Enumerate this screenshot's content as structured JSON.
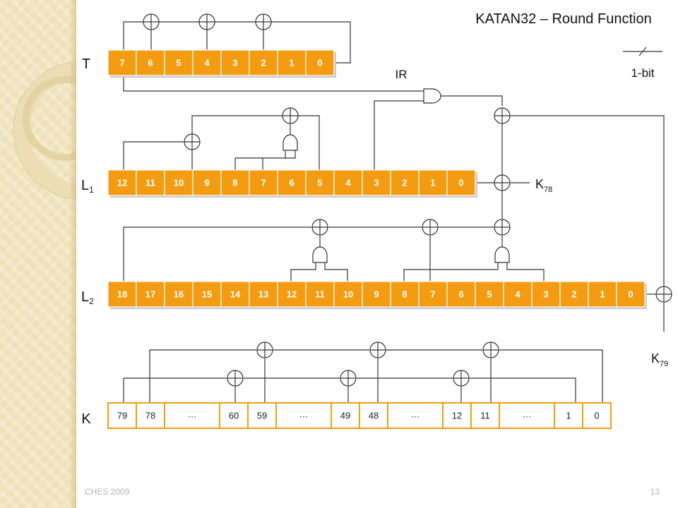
{
  "slide": {
    "title": "KATAN32 – Round Function",
    "legend": "1-bit",
    "footer_left": "CHES 2009",
    "page_number": "13"
  },
  "labels": {
    "t": "T",
    "ir": "IR",
    "l1": "L",
    "l1_sub": "1",
    "l2": "L",
    "l2_sub": "2",
    "k": "K",
    "k78": "K",
    "k78_sub": "78",
    "k79": "K",
    "k79_sub": "79"
  },
  "registers": {
    "t_cells": [
      "7",
      "6",
      "5",
      "4",
      "3",
      "2",
      "1",
      "0"
    ],
    "l1_cells": [
      "12",
      "11",
      "10",
      "9",
      "8",
      "7",
      "6",
      "5",
      "4",
      "3",
      "2",
      "1",
      "0"
    ],
    "l2_cells": [
      "18",
      "17",
      "16",
      "15",
      "14",
      "13",
      "12",
      "11",
      "10",
      "9",
      "8",
      "7",
      "6",
      "5",
      "4",
      "3",
      "2",
      "1",
      "0"
    ],
    "k_cells": [
      "79",
      "78",
      "…",
      "60",
      "59",
      "…",
      "49",
      "48",
      "…",
      "12",
      "11",
      "…",
      "1",
      "0"
    ]
  },
  "colors": {
    "register_fill": "#f39c12",
    "wire": "#333333",
    "sidebar": "#efe2b9"
  }
}
